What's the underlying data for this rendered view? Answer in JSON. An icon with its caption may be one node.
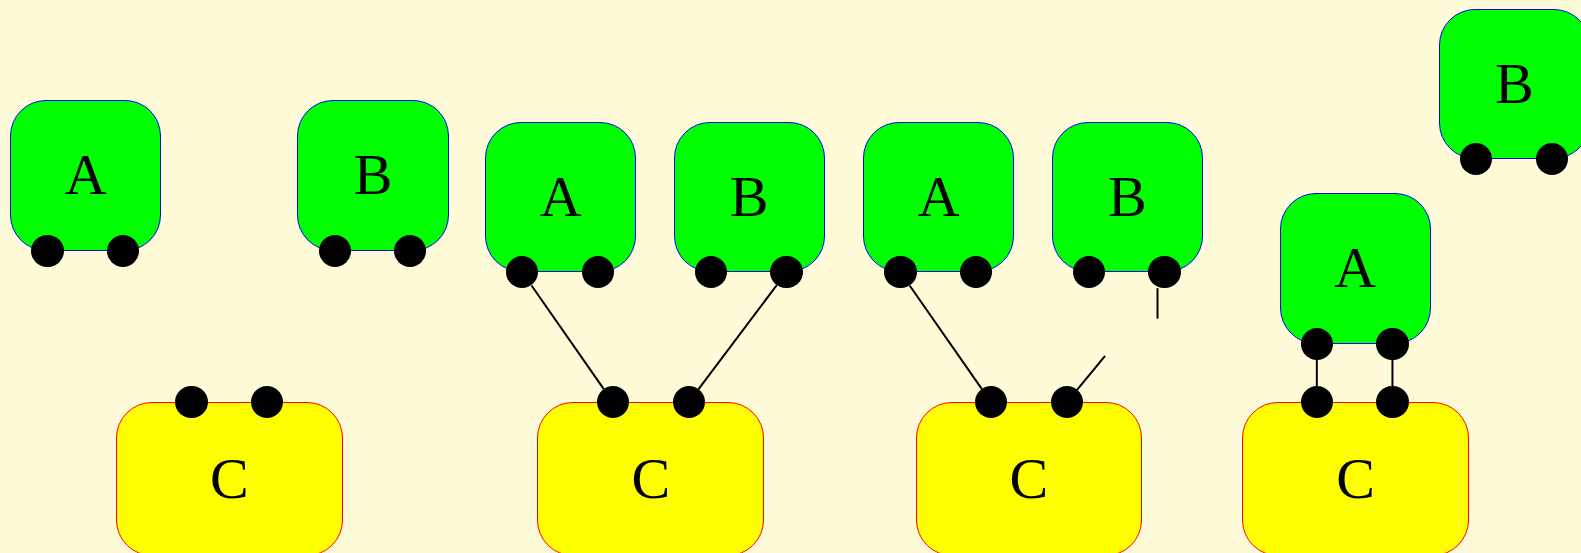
{
  "diagram": {
    "nodes": [
      {
        "text": [
          "A"
        ]
      },
      {
        "text": [],
        "shape": "circle"
      },
      {
        "text": [],
        "shape": "circle"
      },
      {
        "text": [
          "B"
        ]
      },
      {
        "text": [],
        "shape": "circle"
      },
      {
        "text": [],
        "shape": "circle"
      },
      {
        "text": [
          "C"
        ]
      },
      {
        "text": [],
        "shape": "circle"
      },
      {
        "text": [],
        "shape": "circle"
      },
      {
        "text": [
          "A"
        ]
      },
      {
        "text": [],
        "shape": "circle"
      },
      {
        "text": [],
        "shape": "circle"
      },
      {
        "text": [
          "B"
        ]
      },
      {
        "text": [],
        "shape": "circle"
      },
      {
        "text": [],
        "shape": "circle"
      },
      {
        "text": [
          "C"
        ]
      },
      {
        "text": [],
        "shape": "circle"
      },
      {
        "text": [],
        "shape": "circle"
      },
      {
        "text": [
          "A"
        ]
      },
      {
        "text": [],
        "shape": "circle"
      },
      {
        "text": [],
        "shape": "circle"
      },
      {
        "text": [
          "B"
        ]
      },
      {
        "text": [],
        "shape": "circle"
      },
      {
        "text": [],
        "shape": "circle"
      },
      {
        "text": [
          "C"
        ]
      },
      {
        "text": [],
        "shape": "circle"
      },
      {
        "text": [],
        "shape": "circle"
      },
      {
        "text": [
          "B"
        ]
      },
      {
        "text": [],
        "shape": "circle"
      },
      {
        "text": [],
        "shape": "circle"
      },
      {
        "text": [
          "A"
        ]
      },
      {
        "text": [],
        "shape": "circle"
      },
      {
        "text": [],
        "shape": "circle"
      },
      {
        "text": [
          "C"
        ]
      },
      {
        "text": [],
        "shape": "circle"
      },
      {
        "text": [],
        "shape": "circle"
      }
    ],
    "edges": [
      {
        "from": 10,
        "to": 16,
        "arrow": "none"
      },
      {
        "from": 14,
        "to": 17,
        "arrow": "none"
      },
      {
        "from": 19,
        "to": 25,
        "arrow": "none"
      },
      {
        "from": 23,
        "to": null,
        "arrow": "none"
      },
      {
        "from": 26,
        "to": null,
        "arrow": "none"
      },
      {
        "from": 31,
        "to": 34,
        "arrow": "none"
      },
      {
        "from": 32,
        "to": 35,
        "arrow": "none"
      }
    ]
  }
}
